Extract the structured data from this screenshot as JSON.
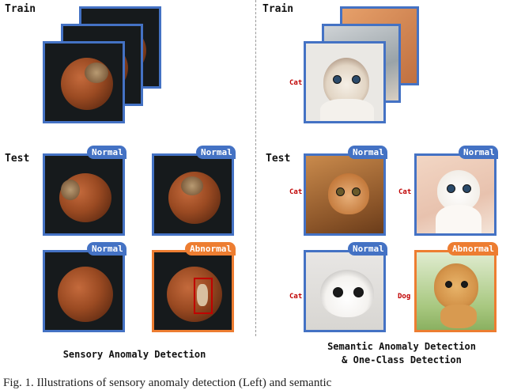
{
  "left": {
    "train_heading": "Train",
    "test_heading": "Test",
    "caption": "Sensory Anomaly Detection",
    "test_badges": [
      "Normal",
      "Normal",
      "Normal",
      "Abnormal"
    ]
  },
  "right": {
    "train_heading": "Train",
    "test_heading": "Test",
    "caption_line1": "Semantic Anomaly Detection",
    "caption_line2": "& One-Class Detection",
    "train_label": "Cat",
    "test_badges": [
      "Normal",
      "Normal",
      "Normal",
      "Abnormal"
    ],
    "test_labels": [
      "Cat",
      "Cat",
      "Cat",
      "Dog"
    ]
  },
  "figure_caption": "Fig. 1.    Illustrations of sensory anomaly detection (Left) and semantic",
  "colors": {
    "normal": "#4472c4",
    "abnormal": "#ed7d31",
    "class_label": "#c00000"
  }
}
